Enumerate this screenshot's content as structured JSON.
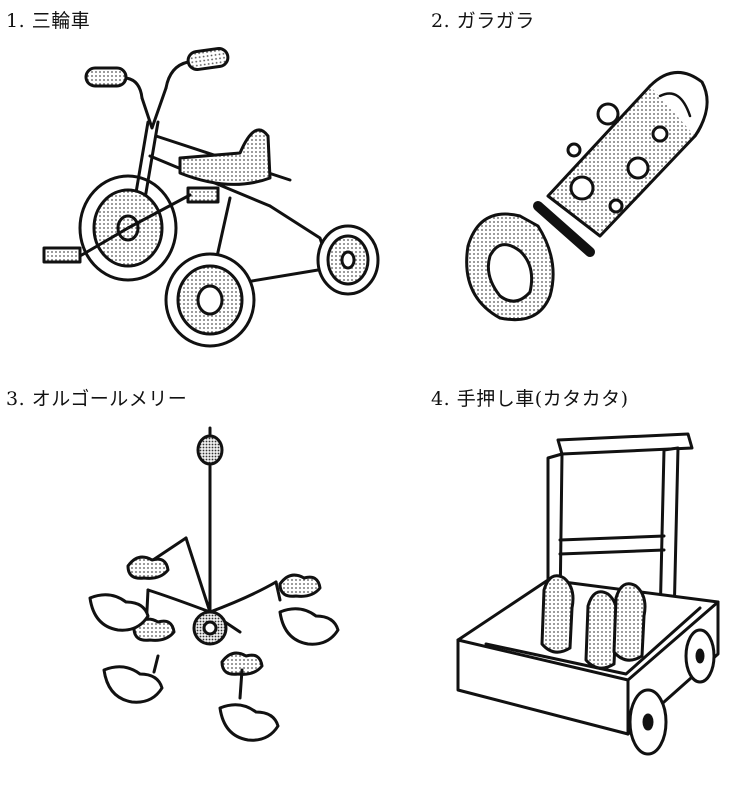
{
  "items": [
    {
      "number": "1.",
      "label": "三輪車",
      "icon": "tricycle-illustration"
    },
    {
      "number": "2.",
      "label": "ガラガラ",
      "icon": "rattle-illustration"
    },
    {
      "number": "3.",
      "label": "オルゴールメリー",
      "icon": "music-box-mobile-illustration"
    },
    {
      "number": "4.",
      "label": "手押し車(カタカタ)",
      "icon": "push-cart-illustration"
    }
  ]
}
